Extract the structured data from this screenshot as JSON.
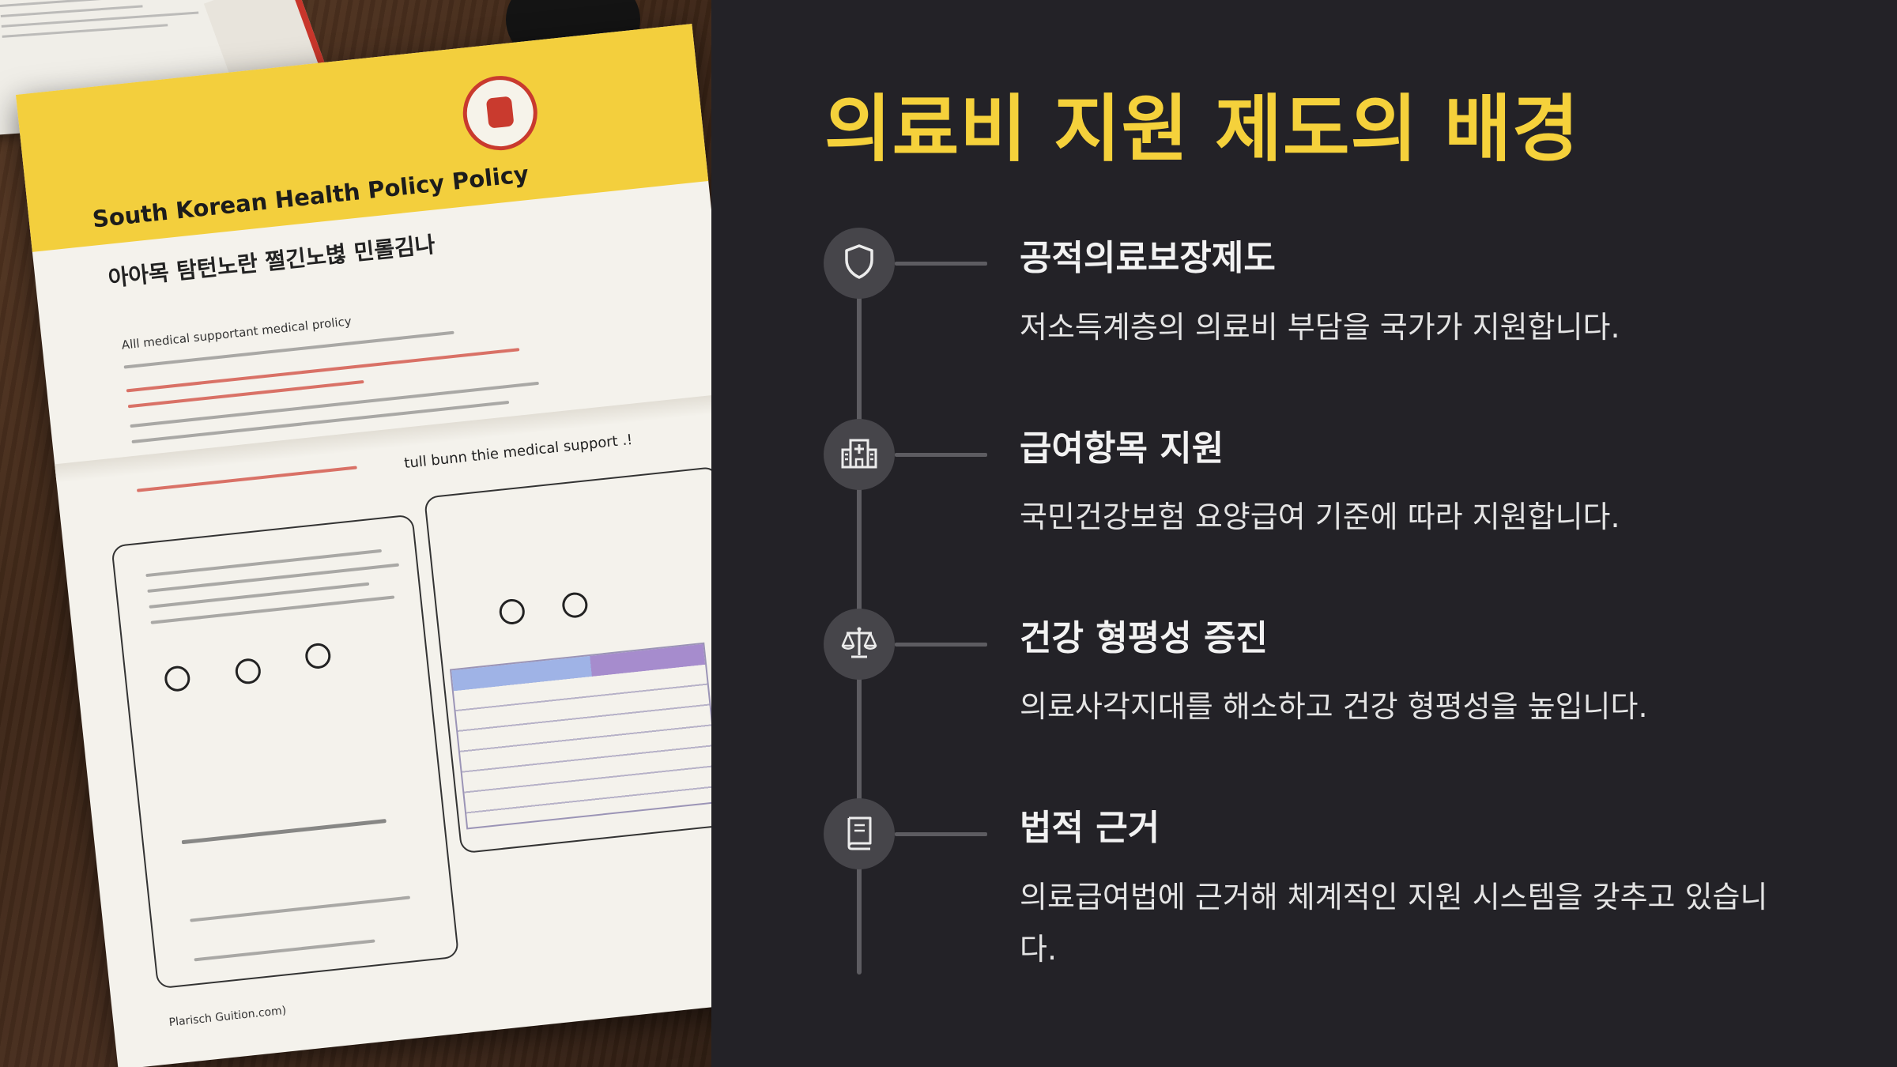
{
  "slide": {
    "title": "의료비 지원 제도의 배경",
    "accent_color": "#f5d13b",
    "background_color": "#232227"
  },
  "photo": {
    "description_icon": "brochure-photo",
    "brochure_title": "South Korean Health Policy Policy",
    "brochure_subtitle": "아아목 탐턴노란 쩔긴노볂 민롤김나",
    "brochure_line1": "Alll medical supportant medical prolicy",
    "brochure_support_text": "tull bunn thie medical support .!",
    "brochure_footer": "Plarisch Guition.com)"
  },
  "timeline": {
    "items": [
      {
        "icon": "shield-icon",
        "title": "공적의료보장제도",
        "description": "저소득계층의 의료비 부담을 국가가 지원합니다."
      },
      {
        "icon": "hospital-icon",
        "title": "급여항목 지원",
        "description": "국민건강보험 요양급여 기준에 따라 지원합니다."
      },
      {
        "icon": "scales-icon",
        "title": "건강 형평성 증진",
        "description": "의료사각지대를 해소하고 건강 형평성을 높입니다."
      },
      {
        "icon": "book-icon",
        "title": "법적 근거",
        "description": "의료급여법에 근거해 체계적인 지원 시스템을 갖추고 있습니다."
      }
    ]
  }
}
